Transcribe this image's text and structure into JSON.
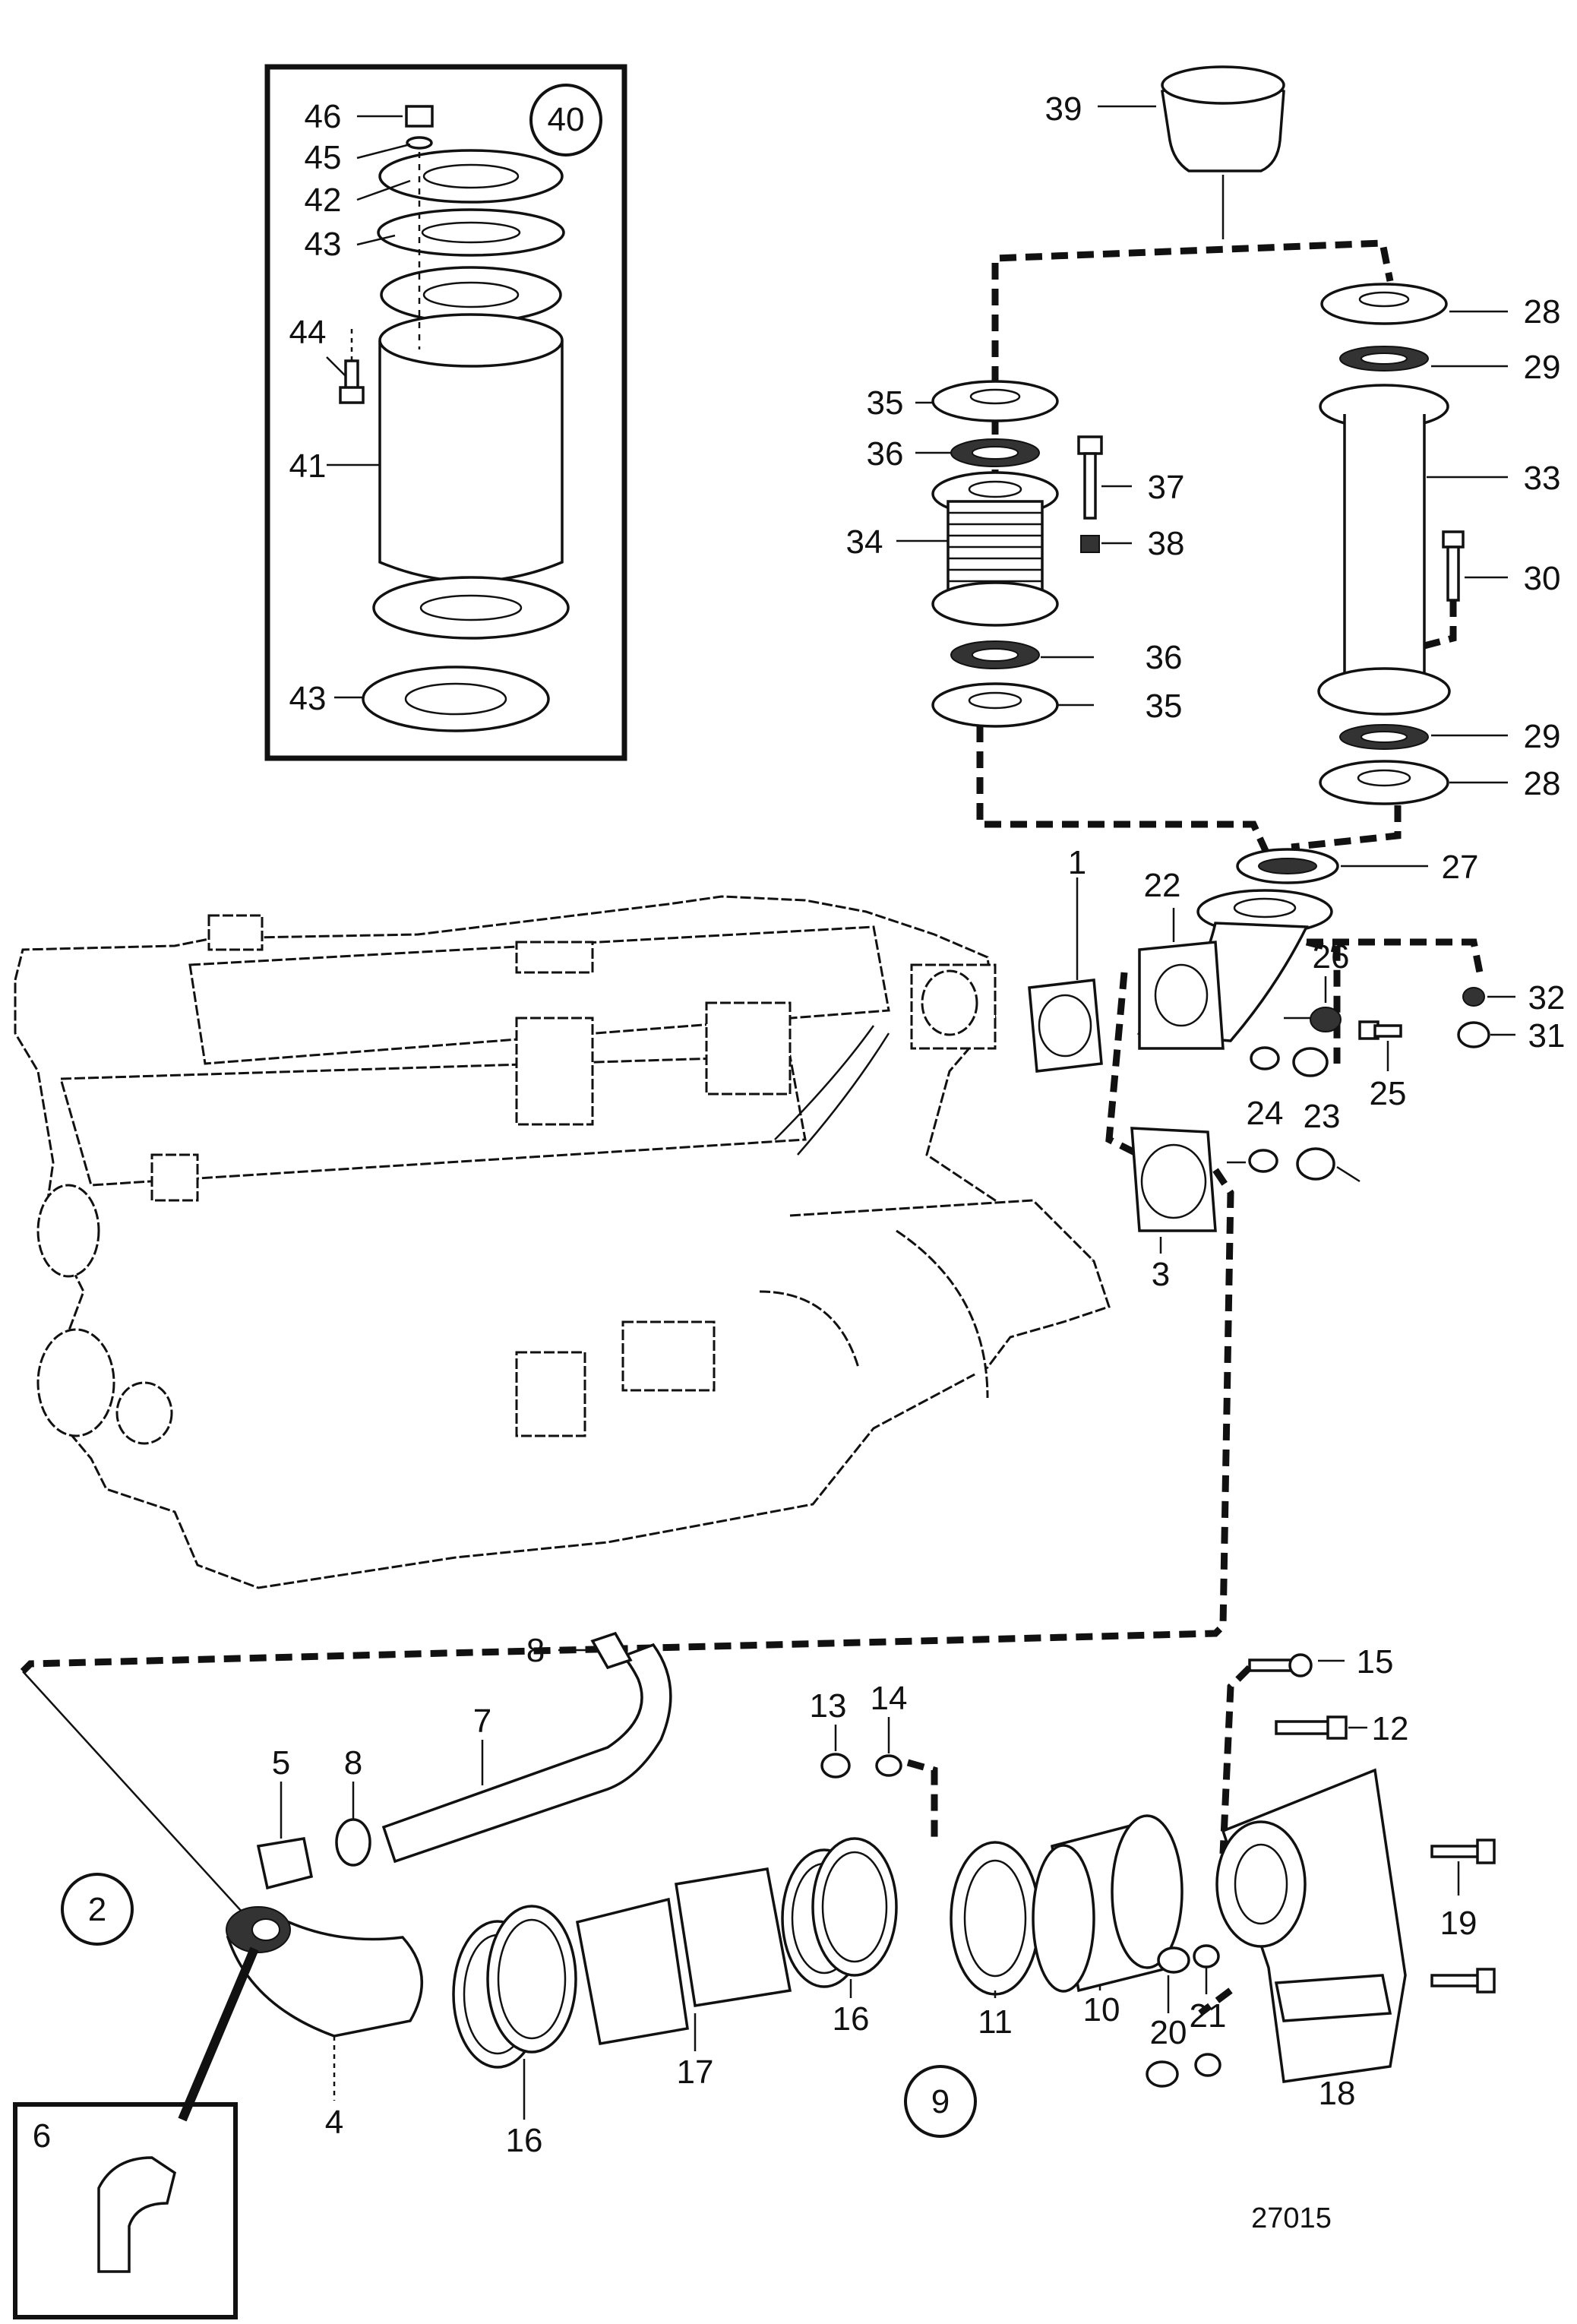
{
  "drawing_ref": "27015",
  "group_labels": {
    "inset_kit": "40",
    "inset_elbow": "6",
    "group_2": "2",
    "group_9": "9"
  },
  "callouts": [
    "1",
    "3",
    "4",
    "5",
    "7",
    "8",
    "8",
    "10",
    "11",
    "12",
    "13",
    "14",
    "15",
    "16",
    "16",
    "17",
    "18",
    "19",
    "20",
    "21",
    "22",
    "23",
    "24",
    "25",
    "26",
    "27",
    "28",
    "28",
    "29",
    "29",
    "30",
    "31",
    "32",
    "33",
    "34",
    "35",
    "35",
    "36",
    "36",
    "37",
    "38",
    "39",
    "41",
    "42",
    "43",
    "43",
    "44",
    "45",
    "46"
  ]
}
